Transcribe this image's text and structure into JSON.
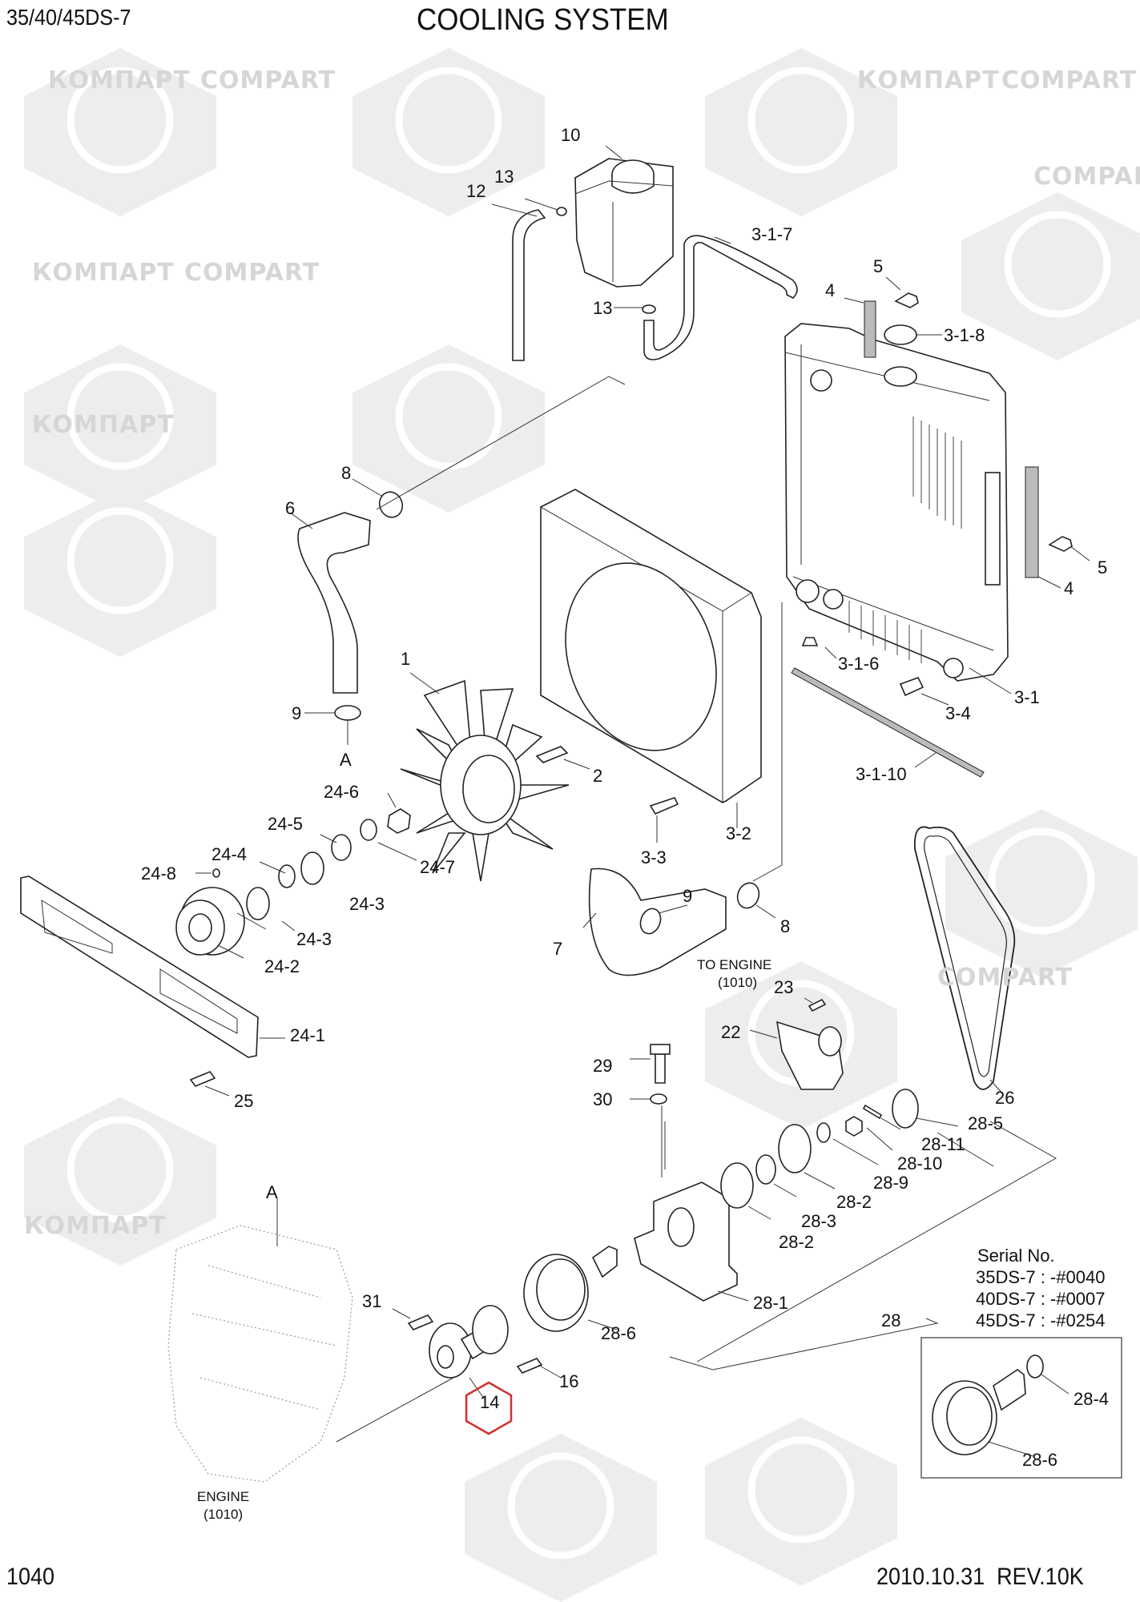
{
  "header": {
    "model": "35/40/45DS-7",
    "title": "COOLING SYSTEM"
  },
  "footer": {
    "page_number": "1040",
    "revision_date": "2010.10.31",
    "revision": "REV.10K"
  },
  "watermark": {
    "text_cyrillic": "КОМПАРТ",
    "text_latin": "COMPART"
  },
  "references": {
    "to_engine_line1": "TO ENGINE",
    "to_engine_line2": "(1010)",
    "engine_line1": "ENGINE",
    "engine_line2": "(1010)",
    "connector_a_top": "A",
    "connector_a_bottom": "A"
  },
  "serial_note": {
    "heading": "Serial No.",
    "lines": [
      "35DS-7 : -#0040",
      "40DS-7 : -#0007",
      "45DS-7 : -#0254"
    ]
  },
  "highlight": {
    "part": "14",
    "color": "#d0312d"
  },
  "callouts": {
    "c1": "1",
    "c2": "2",
    "c3_1": "3-1",
    "c3_1_6": "3-1-6",
    "c3_1_7": "3-1-7",
    "c3_1_8": "3-1-8",
    "c3_1_10": "3-1-10",
    "c3_2": "3-2",
    "c3_3": "3-3",
    "c3_4": "3-4",
    "c4a": "4",
    "c4b": "4",
    "c5a": "5",
    "c5b": "5",
    "c6": "6",
    "c7": "7",
    "c8a": "8",
    "c8b": "8",
    "c9a": "9",
    "c9b": "9",
    "c10": "10",
    "c12": "12",
    "c13a": "13",
    "c13b": "13",
    "c16": "16",
    "c22": "22",
    "c23": "23",
    "c24_1": "24-1",
    "c24_2": "24-2",
    "c24_3a": "24-3",
    "c24_3b": "24-3",
    "c24_4": "24-4",
    "c24_5": "24-5",
    "c24_6": "24-6",
    "c24_7": "24-7",
    "c24_8": "24-8",
    "c25": "25",
    "c26": "26",
    "c28": "28",
    "c28_1": "28-1",
    "c28_2a": "28-2",
    "c28_2b": "28-2",
    "c28_3": "28-3",
    "c28_4": "28-4",
    "c28_5": "28-5",
    "c28_6a": "28-6",
    "c28_6b": "28-6",
    "c28_9": "28-9",
    "c28_10": "28-10",
    "c28_11": "28-11",
    "c29": "29",
    "c30": "30",
    "c31": "31"
  }
}
